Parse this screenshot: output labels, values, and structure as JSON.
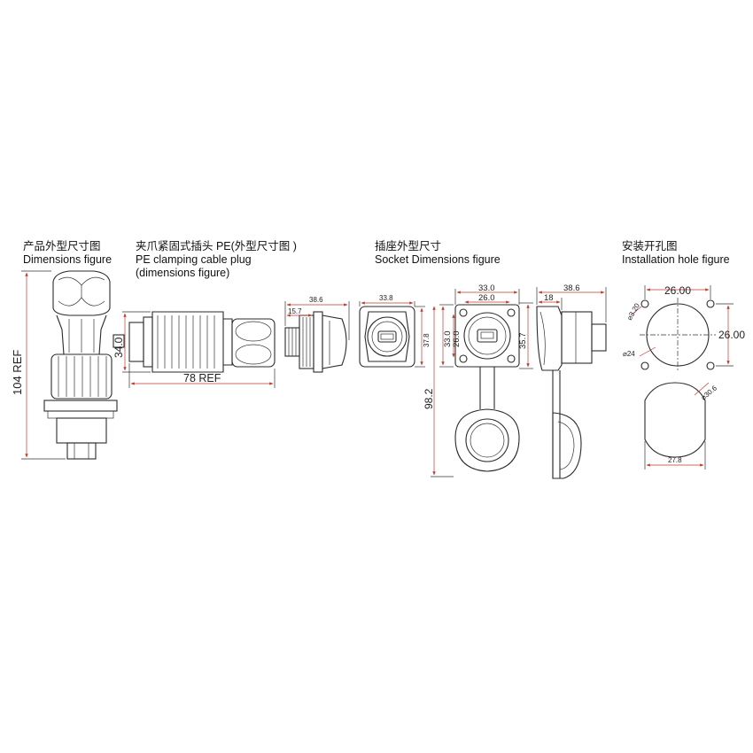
{
  "captions": {
    "plug_cn": "产品外型尺寸图",
    "plug_en": "Dimensions figure",
    "cable_cn": "夹爪紧固式插头 PE(外型尺寸图 )",
    "cable_en1": "PE clamping cable plug",
    "cable_en2": "(dimensions figure)",
    "socket_cn": "插座外型尺寸",
    "socket_en": "Socket Dimensions figure",
    "hole_cn": "安装开孔图",
    "hole_en": "Installation hole figure"
  },
  "dimensions": {
    "plug_length": "104  REF",
    "cable_length": "78  REF",
    "cable_dia": "34.0",
    "side_total": "38.6",
    "side_short": "15.7",
    "front_width": "33.8",
    "front_height": "37.8",
    "flange_outer": "33.0",
    "flange_inner": "26.0",
    "flange_v_outer": "33.0",
    "flange_v_inner": "26.0",
    "flange_height": "35.7",
    "total_height": "98.2",
    "cap_side_total": "38.6",
    "cap_side_flange": "18",
    "hole_pitch_h": "26.00",
    "hole_pitch_v": "26.00",
    "screw_hole": "⌀3.20",
    "center_hole": "⌀24",
    "cutout_dia": "⌀30.6",
    "cutout_flat": "27.8"
  }
}
